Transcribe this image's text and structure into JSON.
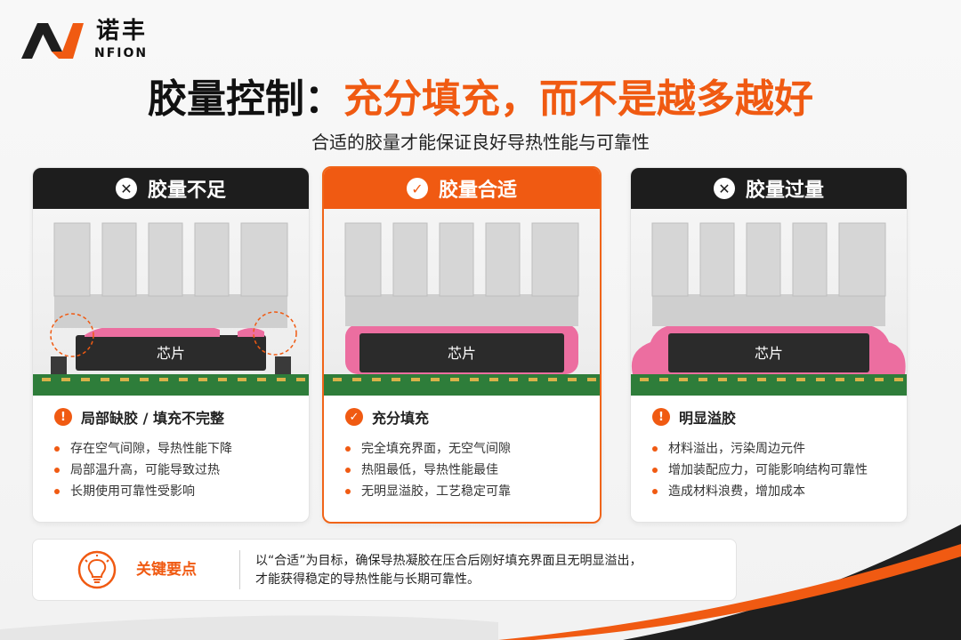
{
  "brand": {
    "name_cn": "诺丰",
    "name_en": "NFION",
    "colors": {
      "accent": "#f05a12",
      "dark": "#1d1d1d",
      "glue": "#ec6ea0"
    }
  },
  "title": {
    "part1": "胶量控制：",
    "part2": "充分填充，而不是越多越好"
  },
  "subtitle": "合适的胶量才能保证良好导热性能与可靠性",
  "cards": [
    {
      "header_icon": "close-icon",
      "header": "胶量不足",
      "chip_label": "芯片",
      "status_icon": "exclamation-icon",
      "status": "局部缺胶 / 填充不完整",
      "points": [
        "存在空气间隙，导热性能下降",
        "局部温升高，可能导致过热",
        "长期使用可靠性受影响"
      ]
    },
    {
      "header_icon": "check-icon",
      "header": "胶量合适",
      "chip_label": "芯片",
      "status_icon": "check-icon",
      "status": "充分填充",
      "points": [
        "完全填充界面，无空气间隙",
        "热阻最低，导热性能最佳",
        "无明显溢胶，工艺稳定可靠"
      ]
    },
    {
      "header_icon": "close-icon",
      "header": "胶量过量",
      "chip_label": "芯片",
      "status_icon": "exclamation-icon",
      "status": "明显溢胶",
      "points": [
        "材料溢出，污染周边元件",
        "增加装配应力，可能影响结构可靠性",
        "造成材料浪费，增加成本"
      ]
    }
  ],
  "key_point": {
    "icon": "lightbulb-icon",
    "label": "关键要点",
    "line1": "以“合适”为目标，确保导热凝胶在压合后刚好填充界面且无明显溢出，",
    "line2": "才能获得稳定的导热性能与长期可靠性。"
  }
}
